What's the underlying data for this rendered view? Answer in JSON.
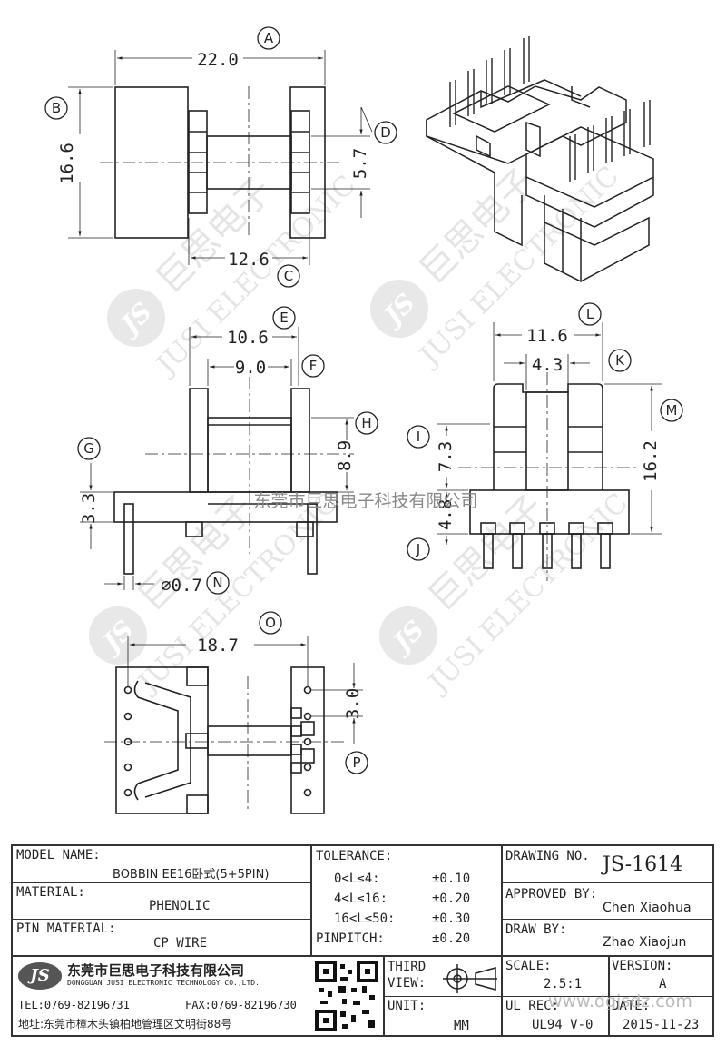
{
  "dimensions": {
    "a": "22.0",
    "b": "16.6",
    "d": "5.7",
    "c": "12.6",
    "e": "10.6",
    "f": "9.0",
    "h": "8.9",
    "g": "3.3",
    "n": "⌀0.7",
    "l": "11.6",
    "k": "4.3",
    "m": "16.2",
    "i": "7.3",
    "j": "4.8",
    "o": "18.7",
    "p": "3.0"
  },
  "callouts": [
    "A",
    "B",
    "C",
    "D",
    "E",
    "F",
    "G",
    "H",
    "I",
    "J",
    "K",
    "L",
    "M",
    "N",
    "O",
    "P"
  ],
  "watermark": {
    "cn": "巨思电子",
    "en": "JUSI ELECTRONIC",
    "logo": "JS"
  },
  "overlay_text": "东莞市巨思电子科技有限公司",
  "title_block": {
    "model_name_label": "MODEL NAME:",
    "model_name": "BOBBIN EE16卧式(5+5PIN)",
    "material_label": "MATERIAL:",
    "material": "PHENOLIC",
    "pin_material_label": "PIN MATERIAL:",
    "pin_material": "CP WIRE",
    "tolerance_label": "TOLERANCE:",
    "tolerances": [
      {
        "range": "0<L≤4:",
        "tol": "±0.10"
      },
      {
        "range": "4<L≤16:",
        "tol": "±0.20"
      },
      {
        "range": "16<L≤50:",
        "tol": "±0.30"
      },
      {
        "range": "PINPITCH:",
        "tol": "±0.20"
      }
    ],
    "drawing_no_label": "DRAWING NO.",
    "drawing_no": "JS-1614",
    "approved_by_label": "APPROVED BY:",
    "approved_by": "Chen Xiaohua",
    "draw_by_label": "DRAW BY:",
    "draw_by": "Zhao Xiaojun",
    "company_logo": "JS",
    "company_cn": "东莞市巨思电子科技有限公司",
    "company_en": "DONGGUAN JUSI ELECTRONIC TECHNOLOGY CO.,LTD.",
    "tel": "TEL:0769-82196731",
    "fax": "FAX:0769-82196730",
    "address": "地址:东莞市樟木头镇柏地管理区文明街88号",
    "third_view_label": "THIRD VIEW:",
    "unit_label": "UNIT:",
    "unit": "MM",
    "scale_label": "SCALE:",
    "scale": "2.5:1",
    "version_label": "VERSION:",
    "version": "A",
    "ul_rec_label": "UL REC:",
    "ul_rec": "UL94 V-0",
    "date_label": "DATE:",
    "date": "2015-11-23",
    "site_watermark": "www.dgjsdz.com"
  }
}
